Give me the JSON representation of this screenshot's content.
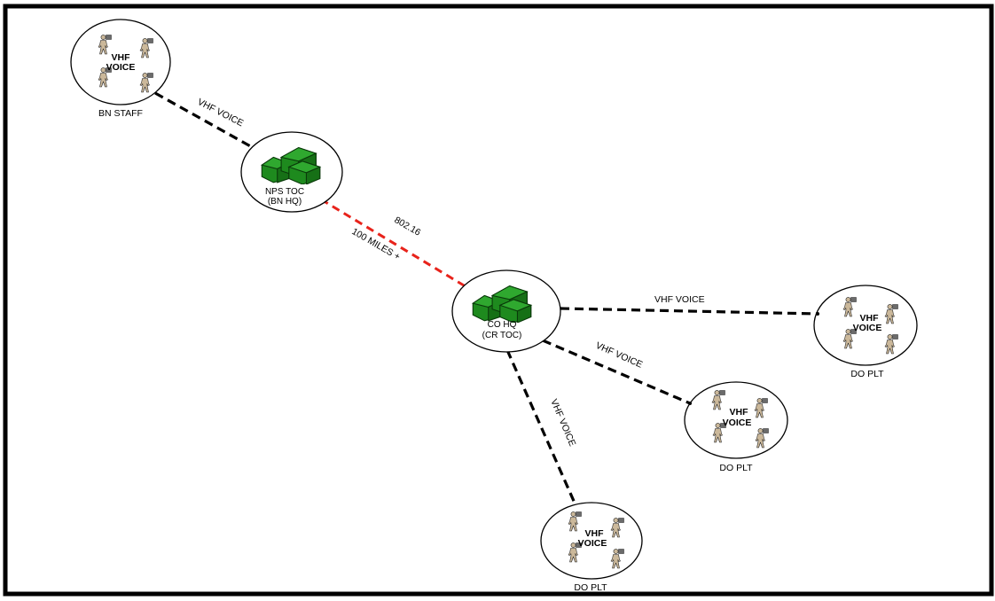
{
  "nodes": {
    "bn_staff": {
      "inner_line1": "VHF",
      "inner_line2": "VOICE",
      "label": "BN STAFF"
    },
    "nps_toc": {
      "line1": "NPS TOC",
      "line2": "(BN HQ)"
    },
    "co_hq": {
      "line1": "CO HQ",
      "line2": "(CR TOC)"
    },
    "do_plt_east": {
      "inner_line1": "VHF",
      "inner_line2": "VOICE",
      "label": "DO PLT"
    },
    "do_plt_mid": {
      "inner_line1": "VHF",
      "inner_line2": "VOICE",
      "label": "DO PLT"
    },
    "do_plt_south": {
      "inner_line1": "VHF",
      "inner_line2": "VOICE",
      "label": "DO PLT"
    }
  },
  "links": {
    "bn_to_nps": "VHF VOICE",
    "nps_to_co_top": "802.16",
    "nps_to_co_bottom": "100 MILES +",
    "co_to_east": "VHF VOICE",
    "co_to_mid": "VHF VOICE",
    "co_to_south": "VHF VOICE"
  },
  "colors": {
    "vhf_link": "#000000",
    "wimax_link": "#e8231b",
    "building_green": "#1e8a1e",
    "soldier_tan": "#cbb89a"
  },
  "icons": {
    "soldier": "soldier-with-radio-icon",
    "building": "green-building-icon"
  }
}
